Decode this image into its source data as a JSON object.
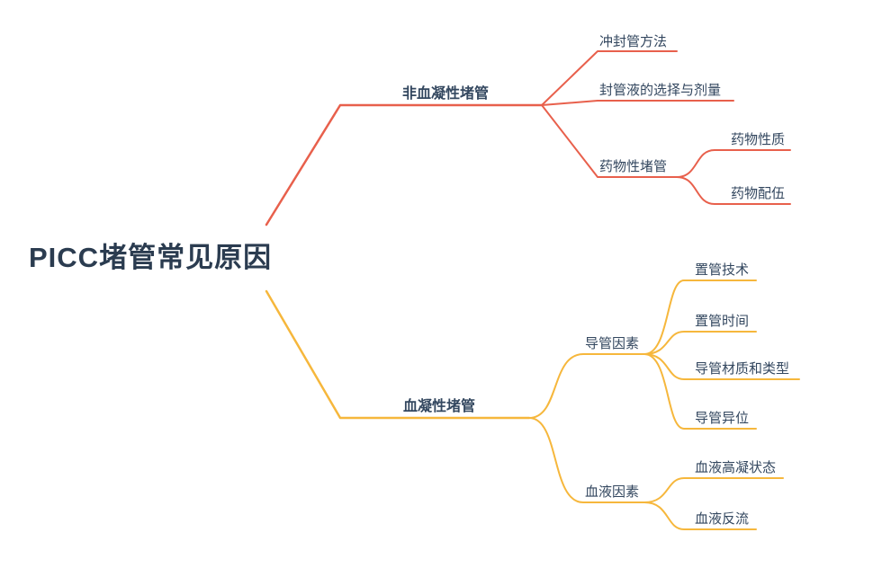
{
  "colors": {
    "branch_noncoagulative": "#e8604c",
    "branch_coagulative": "#f6b73c",
    "node_text": "#33475f",
    "root_text": "#2b3c50"
  },
  "mindmap": {
    "root": {
      "label": "PICC堵管常见原因"
    },
    "branches": [
      {
        "label": "非血凝性堵管",
        "children": [
          {
            "label": "冲封管方法"
          },
          {
            "label": "封管液的选择与剂量"
          },
          {
            "label": "药物性堵管",
            "children": [
              {
                "label": "药物性质"
              },
              {
                "label": "药物配伍"
              }
            ]
          }
        ]
      },
      {
        "label": "血凝性堵管",
        "children": [
          {
            "label": "导管因素",
            "children": [
              {
                "label": "置管技术"
              },
              {
                "label": "置管时间"
              },
              {
                "label": "导管材质和类型"
              },
              {
                "label": "导管异位"
              }
            ]
          },
          {
            "label": "血液因素",
            "children": [
              {
                "label": "血液高凝状态"
              },
              {
                "label": "血液反流"
              }
            ]
          }
        ]
      }
    ]
  }
}
